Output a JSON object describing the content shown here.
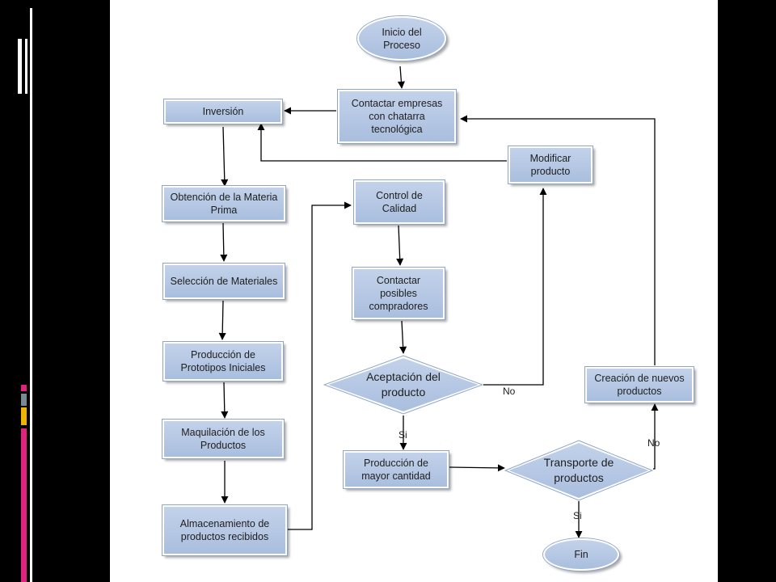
{
  "nodes": {
    "inicio": "Inicio del Proceso",
    "contactar_empresas": "Contactar empresas con chatarra tecnológica",
    "inversion": "Inversión",
    "modificar": "Modificar producto",
    "obtencion": "Obtención de la Materia Prima",
    "control": "Control de Calidad",
    "seleccion": "Selección de Materiales",
    "contactar_compradores": "Contactar posibles compradores",
    "prototipos": "Producción de Prototipos Iniciales",
    "aceptacion": "Aceptación del producto",
    "creacion": "Creación de nuevos productos",
    "maquilacion": "Maquilación de los Productos",
    "produccion_mayor": "Producción de mayor cantidad",
    "transporte": "Transporte de productos",
    "almacenamiento": "Almacenamiento de productos recibidos",
    "fin": "Fin"
  },
  "labels": {
    "aceptacion_no": "No",
    "aceptacion_si": "Si",
    "transporte_no": "No",
    "transporte_si": "Si"
  },
  "colors": {
    "node_fill": "#b3c6e4",
    "frame": "#000000",
    "accent_pink": "#e0237f",
    "accent_yellow": "#f0b400",
    "accent_grey": "#7a8a94"
  }
}
